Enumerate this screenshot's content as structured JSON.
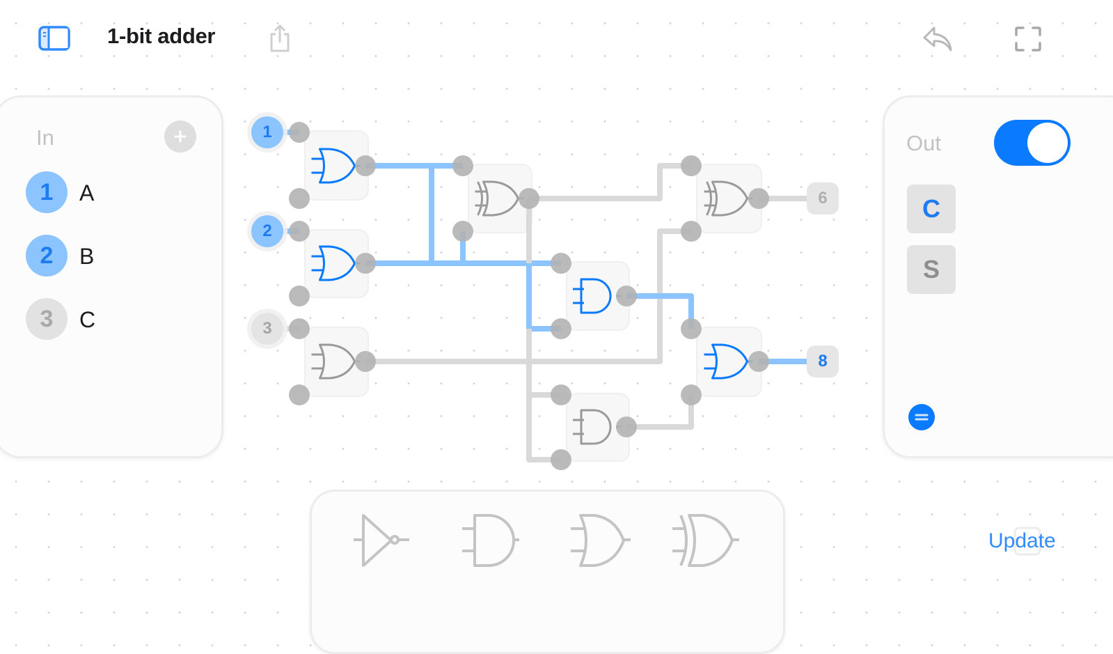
{
  "header": {
    "title": "1-bit adder",
    "icons": [
      "sidebar-toggle-icon",
      "share-icon",
      "undo-icon",
      "fullscreen-icon"
    ]
  },
  "inputs_panel": {
    "title": "In",
    "add_icon": "plus-icon",
    "items": [
      {
        "index": "1",
        "label": "A",
        "active": true
      },
      {
        "index": "2",
        "label": "B",
        "active": true
      },
      {
        "index": "3",
        "label": "C",
        "active": false
      }
    ]
  },
  "outputs_panel": {
    "title": "Out",
    "toggle_on": true,
    "items": [
      {
        "label": "C",
        "active": true
      },
      {
        "label": "S",
        "active": false
      }
    ],
    "menu_icon": "equals-circle-icon"
  },
  "circuit": {
    "input_nodes": [
      {
        "label": "1",
        "active": true
      },
      {
        "label": "2",
        "active": true
      },
      {
        "label": "3",
        "active": false
      }
    ],
    "output_nodes": [
      {
        "label": "6",
        "active": false
      },
      {
        "label": "8",
        "active": true
      }
    ],
    "gates": [
      {
        "type": "OR",
        "active": true
      },
      {
        "type": "OR",
        "active": true
      },
      {
        "type": "OR",
        "active": false
      },
      {
        "type": "XOR",
        "active": false
      },
      {
        "type": "AND",
        "active": true
      },
      {
        "type": "XOR",
        "active": false
      },
      {
        "type": "OR",
        "active": true
      },
      {
        "type": "AND",
        "active": false
      }
    ]
  },
  "palette": {
    "items": [
      "NOT",
      "AND",
      "OR",
      "XOR"
    ]
  },
  "footer": {
    "update_label": "Update"
  },
  "colors": {
    "accent": "#0a7aff",
    "active_wire": "#8cc4ff",
    "inactive_wire": "#d9d9d9",
    "pin": "#b3b3b3"
  }
}
